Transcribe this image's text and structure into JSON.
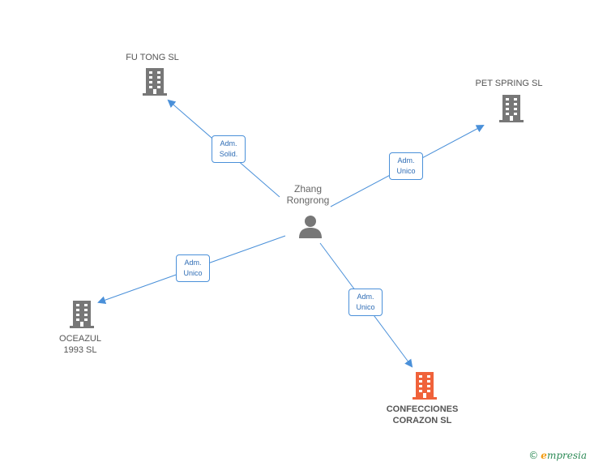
{
  "colors": {
    "company": "#777777",
    "highlight": "#f0623a",
    "person": "#777777",
    "edge": "#4a90d9",
    "badge_text": "#2f6db5"
  },
  "person": {
    "name_line1": "Zhang",
    "name_line2": "Rongrong",
    "icon": "person-icon"
  },
  "companies": [
    {
      "id": "fu-tong",
      "line1": "FU TONG SL",
      "line2": "",
      "icon": "building-icon"
    },
    {
      "id": "pet-spring",
      "line1": "PET SPRING SL",
      "line2": "",
      "icon": "building-icon"
    },
    {
      "id": "oceazul",
      "line1": "OCEAZUL",
      "line2": "1993 SL",
      "icon": "building-icon"
    },
    {
      "id": "confecciones",
      "line1": "CONFECCIONES",
      "line2": "CORAZON SL",
      "icon": "building-icon",
      "highlighted": true
    }
  ],
  "relations": [
    {
      "to": "fu-tong",
      "line1": "Adm.",
      "line2": "Solid."
    },
    {
      "to": "pet-spring",
      "line1": "Adm.",
      "line2": "Unico"
    },
    {
      "to": "oceazul",
      "line1": "Adm.",
      "line2": "Unico"
    },
    {
      "to": "confecciones",
      "line1": "Adm.",
      "line2": "Unico"
    }
  ],
  "watermark": {
    "copyright": "©",
    "brand_initial": "e",
    "brand_rest": "mpresia"
  }
}
